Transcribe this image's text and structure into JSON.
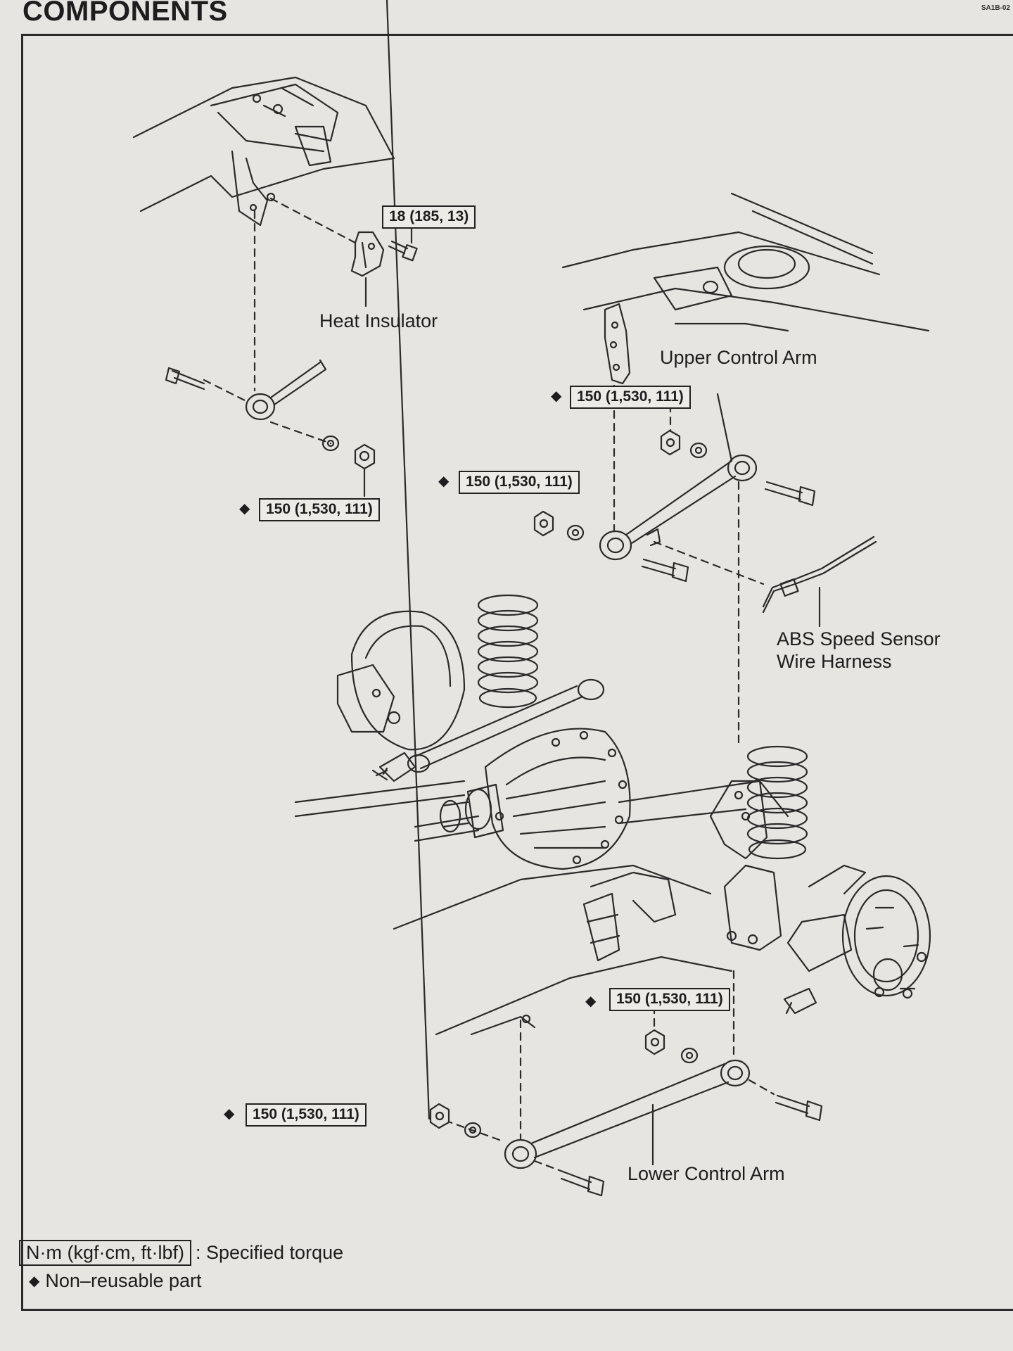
{
  "page": {
    "title": "COMPONENTS",
    "code": "SA1B-02"
  },
  "torque_labels": {
    "heat_insulator_bolt": "18 (185, 13)",
    "upper_arm_frame_nut": "150 (1,530, 111)",
    "upper_arm_axle_nut": "150 (1,530, 111)",
    "lateral_rod_nut": "150 (1,530, 111)",
    "lower_arm_axle_nut": "150 (1,530, 111)",
    "lower_arm_frame_nut": "150 (1,530, 111)"
  },
  "callouts": {
    "heat_insulator": "Heat Insulator",
    "upper_control_arm": "Upper Control Arm",
    "abs_line1": "ABS Speed Sensor",
    "abs_line2": "Wire Harness",
    "lower_control_arm": "Lower Control Arm"
  },
  "legend": {
    "unit_box": "N·m (kgf·cm, ft·lbf)",
    "unit_desc": ": Specified torque",
    "non_reusable_symbol": "◆",
    "non_reusable_desc": "Non–reusable part"
  },
  "colors": {
    "paper": "#e7e5e1",
    "ink": "#1d1d1d"
  }
}
